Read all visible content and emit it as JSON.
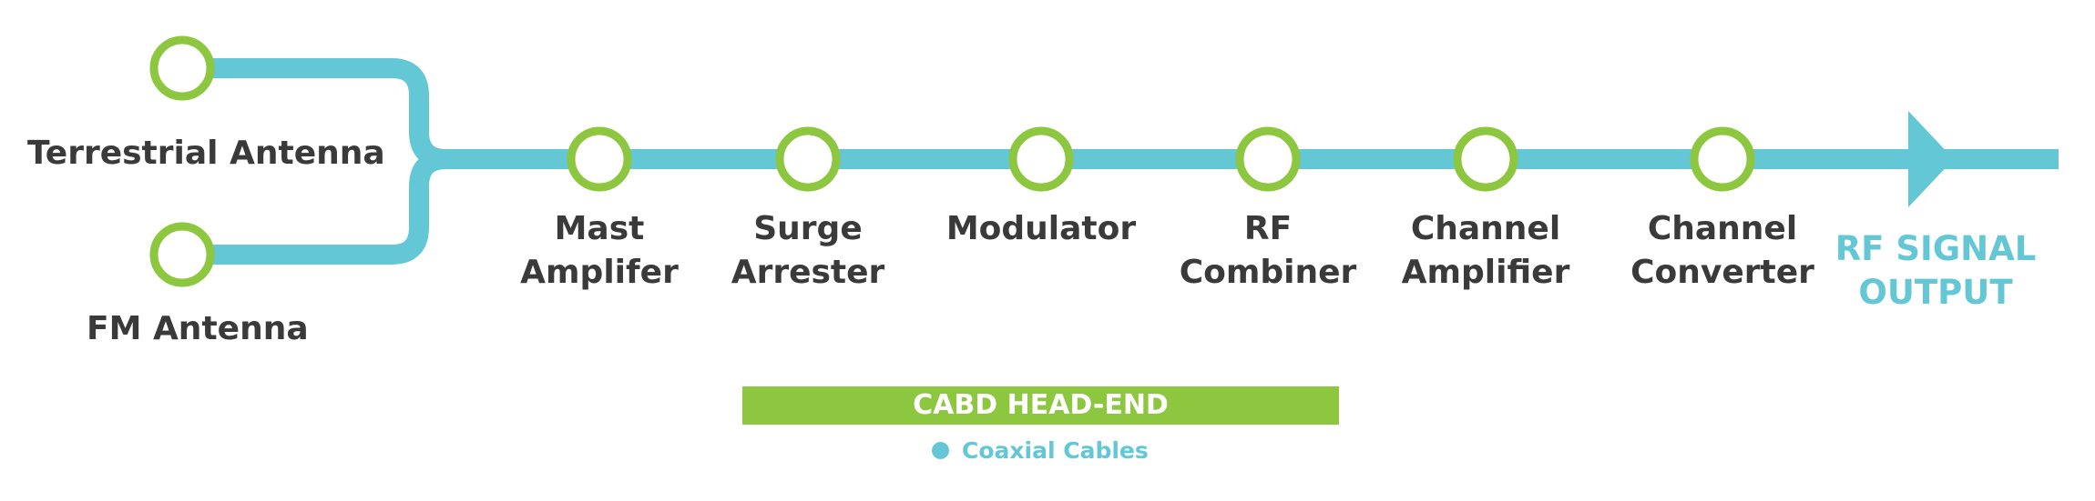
{
  "inputs": [
    {
      "id": "terrestrial",
      "label": "Terrestrial Antenna"
    },
    {
      "id": "fm",
      "label": "FM Antenna"
    }
  ],
  "nodes": [
    {
      "id": "mast-amplifier",
      "lines": [
        "Mast",
        "Amplifer"
      ]
    },
    {
      "id": "surge-arrester",
      "lines": [
        "Surge",
        "Arrester"
      ]
    },
    {
      "id": "modulator",
      "lines": [
        "Modulator"
      ]
    },
    {
      "id": "rf-combiner",
      "lines": [
        "RF",
        "Combiner"
      ]
    },
    {
      "id": "channel-amplifier",
      "lines": [
        "Channel",
        "Amplifier"
      ]
    },
    {
      "id": "channel-converter",
      "lines": [
        "Channel",
        "Converter"
      ]
    }
  ],
  "output": {
    "line1": "RF SIGNAL",
    "line2": "OUTPUT"
  },
  "headend_label": "CABD HEAD-END",
  "legend": {
    "label": "Coaxial Cables"
  },
  "colors": {
    "cable": "#64c7d5",
    "node_ring": "#8dc63f",
    "text": "#3a3a3a"
  }
}
